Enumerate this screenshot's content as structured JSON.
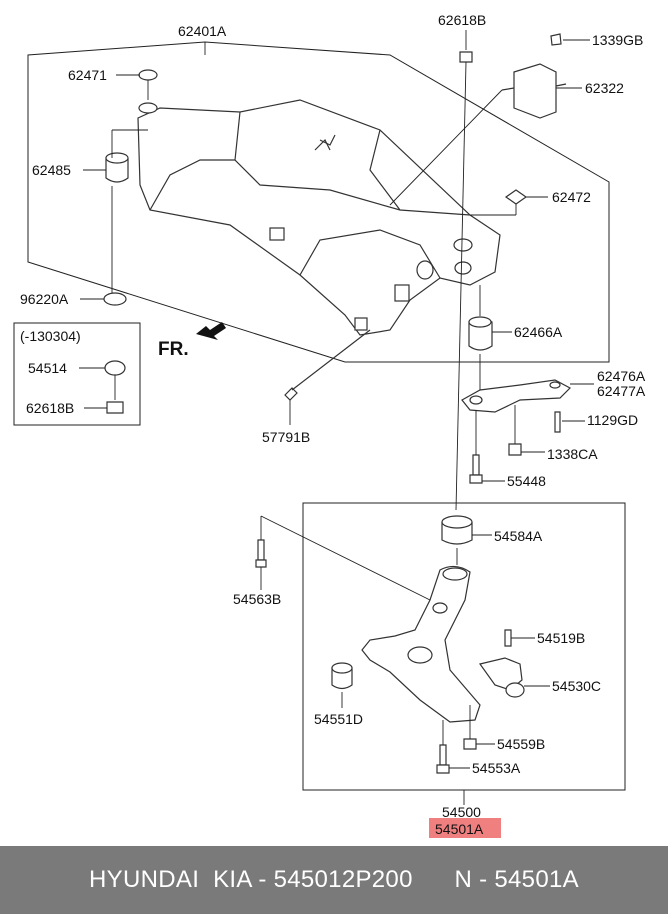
{
  "labels": {
    "l_62401A": "62401A",
    "l_62618B_top": "62618B",
    "l_1339GB": "1339GB",
    "l_62322": "62322",
    "l_62471": "62471",
    "l_62485": "62485",
    "l_62472": "62472",
    "l_96220A": "96220A",
    "l_62466A": "62466A",
    "l_130304": "(-130304)",
    "l_54514": "54514",
    "l_62618B_box": "62618B",
    "l_FR": "FR.",
    "l_62476A": "62476A",
    "l_62477A": "62477A",
    "l_1129GD": "1129GD",
    "l_1338CA": "1338CA",
    "l_57791B": "57791B",
    "l_55448": "55448",
    "l_54584A": "54584A",
    "l_54563B": "54563B",
    "l_54519B": "54519B",
    "l_54530C": "54530C",
    "l_54551D": "54551D",
    "l_54559B": "54559B",
    "l_54553A": "54553A",
    "l_54500": "54500",
    "l_54501A": "54501A"
  },
  "highlight_color": "#f08080",
  "footer": {
    "brand": "HYUNDAI  KIA - 545012P200",
    "number": "N - 54501A"
  }
}
